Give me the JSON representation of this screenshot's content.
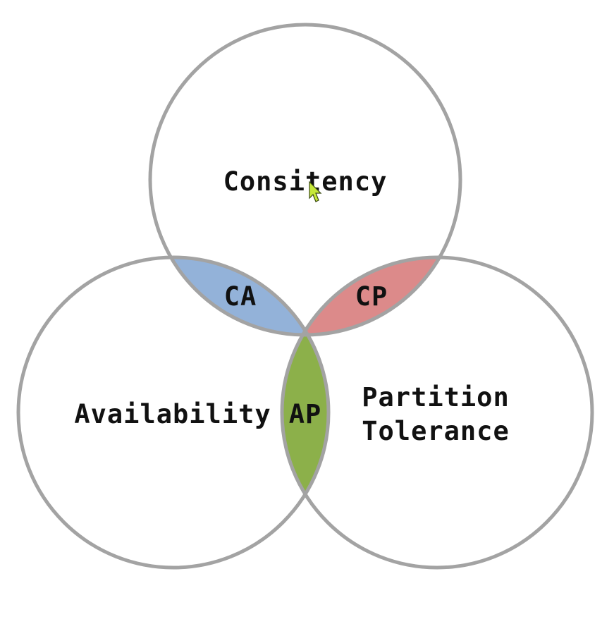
{
  "diagram": {
    "sets": [
      {
        "id": "consistency",
        "label": "Consitency"
      },
      {
        "id": "availability",
        "label": "Availability"
      },
      {
        "id": "partition",
        "label_lines": [
          "Partition",
          "Tolerance"
        ]
      }
    ],
    "intersections": [
      {
        "id": "ca",
        "label": "CA",
        "color": "#93b2d9"
      },
      {
        "id": "cp",
        "label": "CP",
        "color": "#dc8a8a"
      },
      {
        "id": "ap",
        "label": "AP",
        "color": "#8cb04a"
      }
    ],
    "outline_color": "#a3a3a3"
  },
  "cursor": {
    "icon": "mouse-pointer-icon",
    "color": "#c6e83a"
  }
}
